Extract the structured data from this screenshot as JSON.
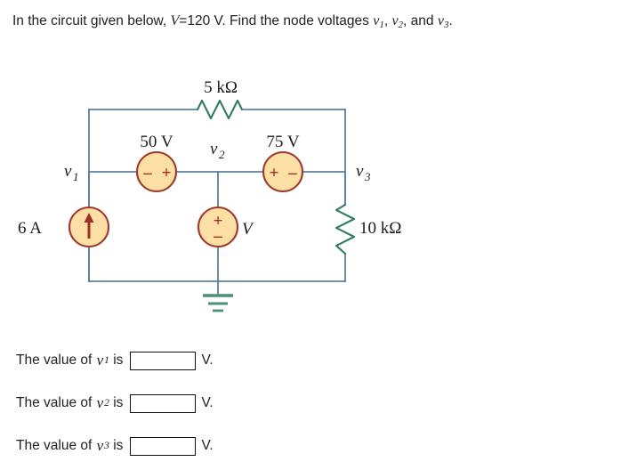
{
  "prompt": {
    "part1": "In the circuit given below,",
    "source_symbol": "V",
    "equals": "=",
    "source_value": "120 V.",
    "part2": "Find the node voltages",
    "node1": "v",
    "node1_sub": "1",
    "comma1": ",",
    "node2": "v",
    "node2_sub": "2",
    "comma2": ", and",
    "node3": "v",
    "node3_sub": "3",
    "period": "."
  },
  "circuit": {
    "top_resistor_label": "5 kΩ",
    "right_resistor_label": "10 kΩ",
    "current_source_label": "6 A",
    "left_source_label": "50 V",
    "right_source_label": "75 V",
    "middle_source_label": "V",
    "node1_label": "v",
    "node1_sub": "1",
    "node2_label": "v",
    "node2_sub": "2",
    "node3_label": "v",
    "node3_sub": "3",
    "left_source_sign_left": "–",
    "left_source_sign_right": "+",
    "right_source_sign_left": "+",
    "right_source_sign_right": "–",
    "middle_source_sign_top": "+",
    "middle_source_sign_bottom": "–",
    "colors": {
      "wire": "#5b7f9e",
      "component_fill": "#fbdfa5",
      "component_stroke": "#9e3b2e",
      "resistor": "#2f7d5c",
      "ground": "#4e8f79",
      "sign": "#a53025"
    }
  },
  "answers": [
    {
      "lead": "The value of",
      "var": "v",
      "sub": "1",
      "is": "is",
      "value": "",
      "placeholder": "",
      "unit": "V."
    },
    {
      "lead": "The value of",
      "var": "v",
      "sub": "2",
      "is": "is",
      "value": "",
      "placeholder": "",
      "unit": "V."
    },
    {
      "lead": "The value of",
      "var": "v",
      "sub": "3",
      "is": "is",
      "value": "",
      "placeholder": "",
      "unit": "V."
    }
  ]
}
